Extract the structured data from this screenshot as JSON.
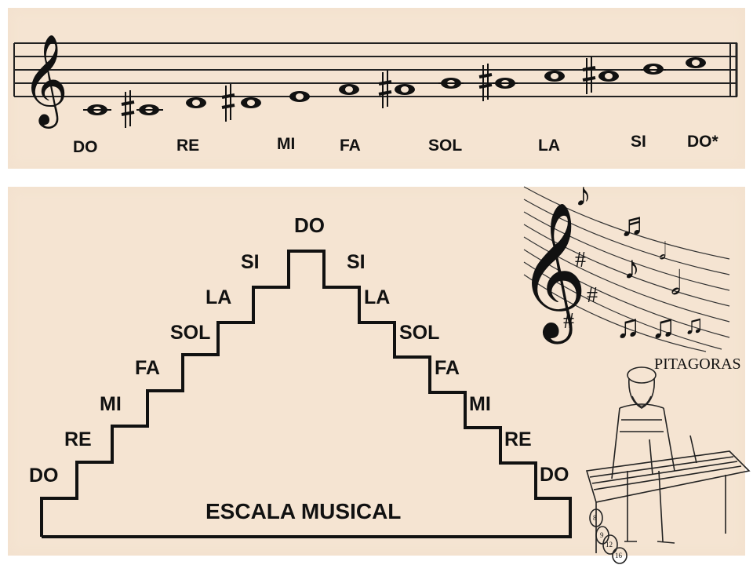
{
  "staff": {
    "note_labels": [
      "DO",
      "RE",
      "MI",
      "FA",
      "SOL",
      "LA",
      "SI",
      "DO*"
    ],
    "clef": "treble-clef",
    "accidental": "sharp"
  },
  "staircase": {
    "top_label": "DO",
    "ascending_labels": [
      "DO",
      "RE",
      "MI",
      "FA",
      "SOL",
      "LA",
      "SI"
    ],
    "descending_labels": [
      "SI",
      "LA",
      "SOL",
      "FA",
      "MI",
      "RE",
      "DO"
    ],
    "title": "ESCALA MUSICAL"
  },
  "illustration": {
    "caption": "PITAGORAS",
    "weights": [
      "8",
      "9",
      "12",
      "16"
    ]
  },
  "colors": {
    "background": "#f5e4d2",
    "ink": "#111111"
  }
}
